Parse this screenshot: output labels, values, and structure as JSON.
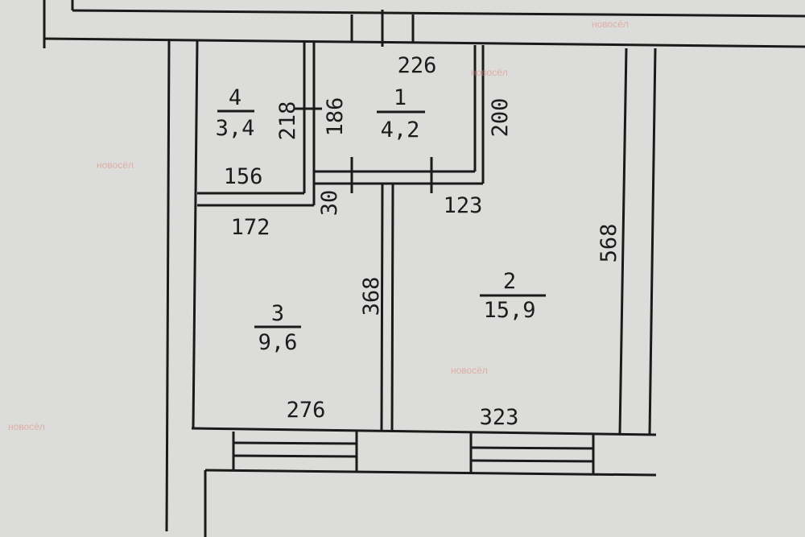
{
  "rooms": [
    {
      "number": "1",
      "area": "4,2"
    },
    {
      "number": "2",
      "area": "15,9"
    },
    {
      "number": "3",
      "area": "9,6"
    },
    {
      "number": "4",
      "area": "3,4"
    }
  ],
  "dimensions": {
    "d226": "226",
    "d218": "218",
    "d186": "186",
    "d200": "200",
    "d156": "156",
    "d30": "30",
    "d123": "123",
    "d172": "172",
    "d568": "568",
    "d368": "368",
    "d276": "276",
    "d323": "323"
  },
  "watermark": "новосёл",
  "colors": {
    "paper": "#dcdcda",
    "ink": "#1a1a1a",
    "watermark": "#e08a7a"
  }
}
